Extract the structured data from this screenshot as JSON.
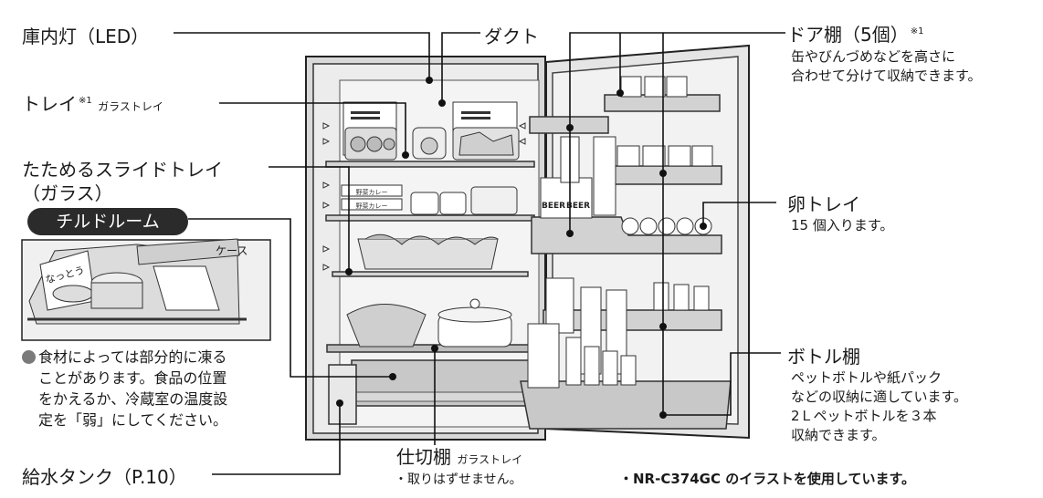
{
  "labels": {
    "interior_light": "庫内灯（LED）",
    "duct": "ダクト",
    "tray": "トレイ",
    "tray_mark": "※1",
    "tray_sub": "ガラストレイ",
    "foldable_tray_1": "たためるスライドトレイ",
    "foldable_tray_2": "（ガラス）",
    "chilled_room": "チルドルーム",
    "case": "ケース",
    "water_tank": "給水タンク（P.10）",
    "divider_shelf": "仕切棚",
    "divider_sub": "ガラストレイ",
    "divider_note": "・取りはずせません。",
    "door_shelf": "ドア棚（5個）",
    "door_shelf_mark": "※1",
    "door_shelf_note": [
      "缶やびんづめなどを高さに",
      "合わせて分けて収納できます。"
    ],
    "egg_tray": "卵トレイ",
    "egg_tray_note": "15 個入ります。",
    "bottle_shelf": "ボトル棚",
    "bottle_shelf_note": [
      "ペットボトルや紙パック",
      "などの収納に適しています。",
      "2Ｌペットボトルを３本",
      "収納できます。"
    ]
  },
  "chilled_note": [
    "食材によっては部分的に凍る",
    "ことがあります。食品の位置",
    "をかえるか、冷蔵室の温度設",
    "定を「弱」にしてください。"
  ],
  "food_labels": {
    "box_1": "野菜カレー",
    "box_2": "野菜カレー",
    "bottle_1": "BEER",
    "bottle_2": "BEER",
    "chilled_pack": "なっとう"
  },
  "footer": "・NR-C374GC のイラストを使用しています。"
}
